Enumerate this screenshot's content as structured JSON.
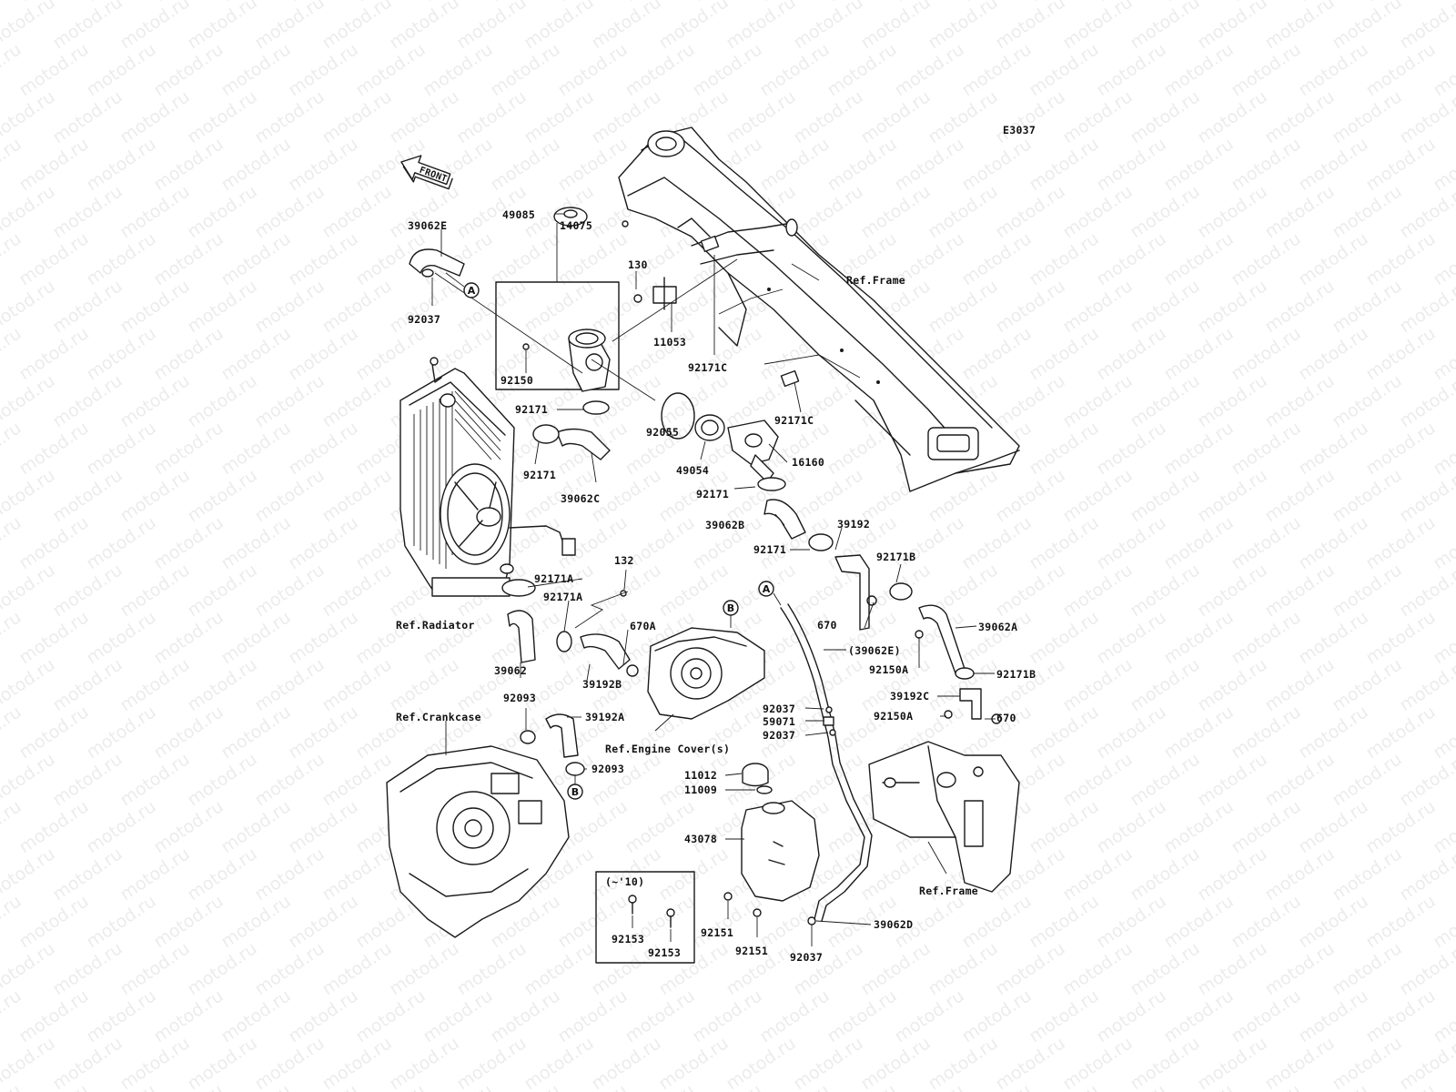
{
  "diagram_code": "E3037",
  "watermark_text": "motod.ru",
  "front_label": "FRONT",
  "callouts": [
    {
      "id": "39062E",
      "text": "39062E"
    },
    {
      "id": "14075",
      "text": "14075"
    },
    {
      "id": "130",
      "text": "130"
    },
    {
      "id": "ref_frame_top",
      "text": "Ref.Frame"
    },
    {
      "id": "49085",
      "text": "49085"
    },
    {
      "id": "92037_top",
      "text": "92037"
    },
    {
      "id": "11053",
      "text": "11053"
    },
    {
      "id": "92150",
      "text": "92150"
    },
    {
      "id": "92171C_a",
      "text": "92171C"
    },
    {
      "id": "92171C_b",
      "text": "92171C"
    },
    {
      "id": "92171_a",
      "text": "92171"
    },
    {
      "id": "92055",
      "text": "92055"
    },
    {
      "id": "16160",
      "text": "16160"
    },
    {
      "id": "92171_b",
      "text": "92171"
    },
    {
      "id": "49054",
      "text": "49054"
    },
    {
      "id": "39062C",
      "text": "39062C"
    },
    {
      "id": "92171_c",
      "text": "92171"
    },
    {
      "id": "39062B",
      "text": "39062B"
    },
    {
      "id": "39192",
      "text": "39192"
    },
    {
      "id": "92171_d",
      "text": "92171"
    },
    {
      "id": "92171B_a",
      "text": "92171B"
    },
    {
      "id": "92171A_a",
      "text": "92171A"
    },
    {
      "id": "132",
      "text": "132"
    },
    {
      "id": "92171A_b",
      "text": "92171A"
    },
    {
      "id": "670_a",
      "text": "670"
    },
    {
      "id": "39062A",
      "text": "39062A"
    },
    {
      "id": "ref_radiator",
      "text": "Ref.Radiator"
    },
    {
      "id": "670A",
      "text": "670A"
    },
    {
      "id": "39062E_paren",
      "text": "(39062E)"
    },
    {
      "id": "92150A_a",
      "text": "92150A"
    },
    {
      "id": "92171B_b",
      "text": "92171B"
    },
    {
      "id": "39062",
      "text": "39062"
    },
    {
      "id": "39192B",
      "text": "39192B"
    },
    {
      "id": "39192C",
      "text": "39192C"
    },
    {
      "id": "92093_a",
      "text": "92093"
    },
    {
      "id": "92037_b",
      "text": "92037"
    },
    {
      "id": "92150A_b",
      "text": "92150A"
    },
    {
      "id": "670_b",
      "text": "670"
    },
    {
      "id": "ref_crankcase",
      "text": "Ref.Crankcase"
    },
    {
      "id": "39192A",
      "text": "39192A"
    },
    {
      "id": "59071",
      "text": "59071"
    },
    {
      "id": "92037_c",
      "text": "92037"
    },
    {
      "id": "ref_engine_cover",
      "text": "Ref.Engine Cover(s)"
    },
    {
      "id": "92093_b",
      "text": "92093"
    },
    {
      "id": "11012",
      "text": "11012"
    },
    {
      "id": "11009",
      "text": "11009"
    },
    {
      "id": "43078",
      "text": "43078"
    },
    {
      "id": "ref_frame_bottom",
      "text": "Ref.Frame"
    },
    {
      "id": "serial_range",
      "text": "(~'10)"
    },
    {
      "id": "92151_a",
      "text": "92151"
    },
    {
      "id": "39062D",
      "text": "39062D"
    },
    {
      "id": "92153_a",
      "text": "92153"
    },
    {
      "id": "92153_b",
      "text": "92153"
    },
    {
      "id": "92151_b",
      "text": "92151"
    },
    {
      "id": "92037_d",
      "text": "92037"
    }
  ],
  "connectors": [
    {
      "id": "A_top",
      "text": "A"
    },
    {
      "id": "A_mid",
      "text": "A"
    },
    {
      "id": "B_top",
      "text": "B"
    },
    {
      "id": "B_bottom",
      "text": "B"
    }
  ]
}
